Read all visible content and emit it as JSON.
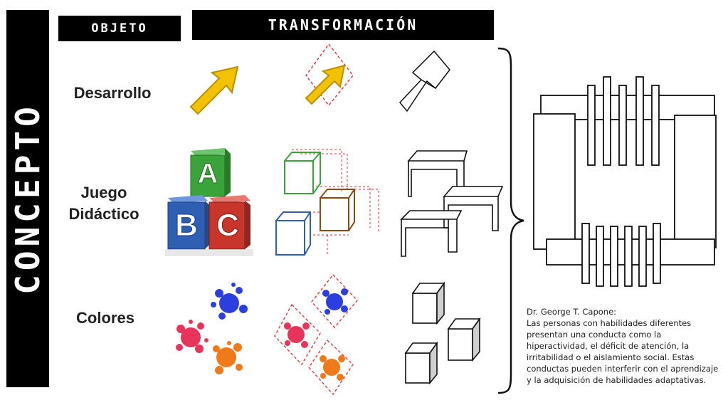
{
  "side_banner": {
    "text": "CONCEPTO"
  },
  "headers": {
    "objeto": "OBJETO",
    "transformacion": "TRANSFORMACIÓN"
  },
  "rows": [
    {
      "label": "Desarrollo"
    },
    {
      "label": "Juego Didáctico"
    },
    {
      "label": "Colores"
    }
  ],
  "cubes": {
    "a": "A",
    "b": "B",
    "c": "C"
  },
  "note": {
    "author": "Dr. George T. Capone:",
    "body": "Las personas con habilidades diferentes presentan una conducta como la hiperactividad, el déficit de atención, la irritabilidad o el aislamiento social. Estas conductas pueden interferir con el aprendizaje y la adquisición de habilidades adaptativas."
  },
  "colors": {
    "arrow": "#f2c200",
    "cube_green": "#3aa33a",
    "cube_blue": "#2f5fb3",
    "cube_red": "#c8352b",
    "splat_blue": "#2b3fe0",
    "splat_pink": "#e8345a",
    "splat_orange": "#f07a1a",
    "guide_red": "#e03030"
  }
}
